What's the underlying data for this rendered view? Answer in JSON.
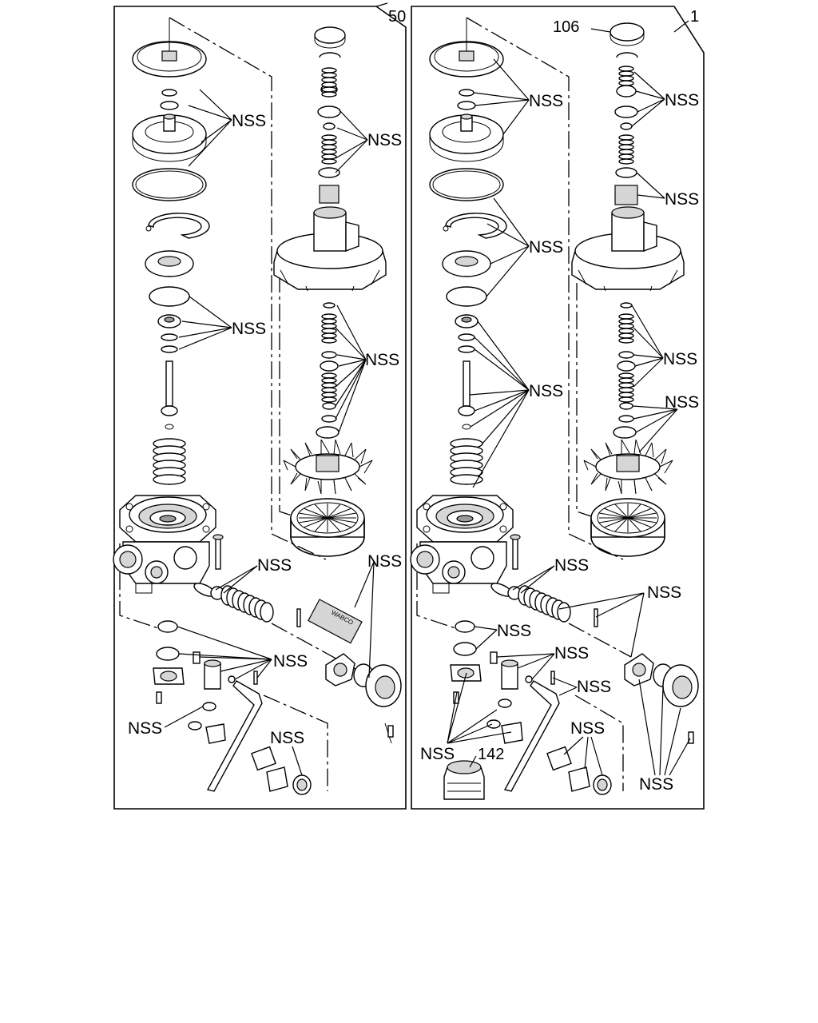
{
  "callout": "NSS",
  "panels": {
    "left": {
      "ref": "50"
    },
    "right": {
      "ref": "1",
      "items": [
        "106",
        "142"
      ]
    }
  }
}
